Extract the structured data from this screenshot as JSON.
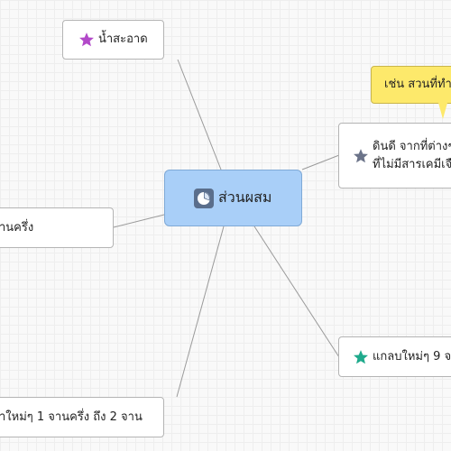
{
  "central": {
    "label": "ส่วนผสม",
    "icon": "pie-chart-icon",
    "color": "#a9cff8"
  },
  "topics": [
    {
      "id": "water",
      "label": "น้ำสะอาด",
      "icon": "star-icon",
      "star_color": "#b249c9"
    },
    {
      "id": "soil",
      "lines": [
        "ดินดี จากที่ต่างๆ",
        "ที่ไม่มีสารเคมีเจือปน"
      ],
      "icon": "star-icon",
      "star_color": "#6b7389"
    },
    {
      "id": "half",
      "label": "านครึ่ง"
    },
    {
      "id": "shells",
      "label": "แกลบใหม่ๆ 9 จ",
      "icon": "star-icon",
      "star_color": "#1faa8c"
    },
    {
      "id": "bran",
      "label": "ำใหม่ๆ 1 จานครึ่ง ถึง 2 จาน"
    }
  ],
  "callout": {
    "text": "เช่น สวนที่ทำเก",
    "color": "#fde96b"
  }
}
